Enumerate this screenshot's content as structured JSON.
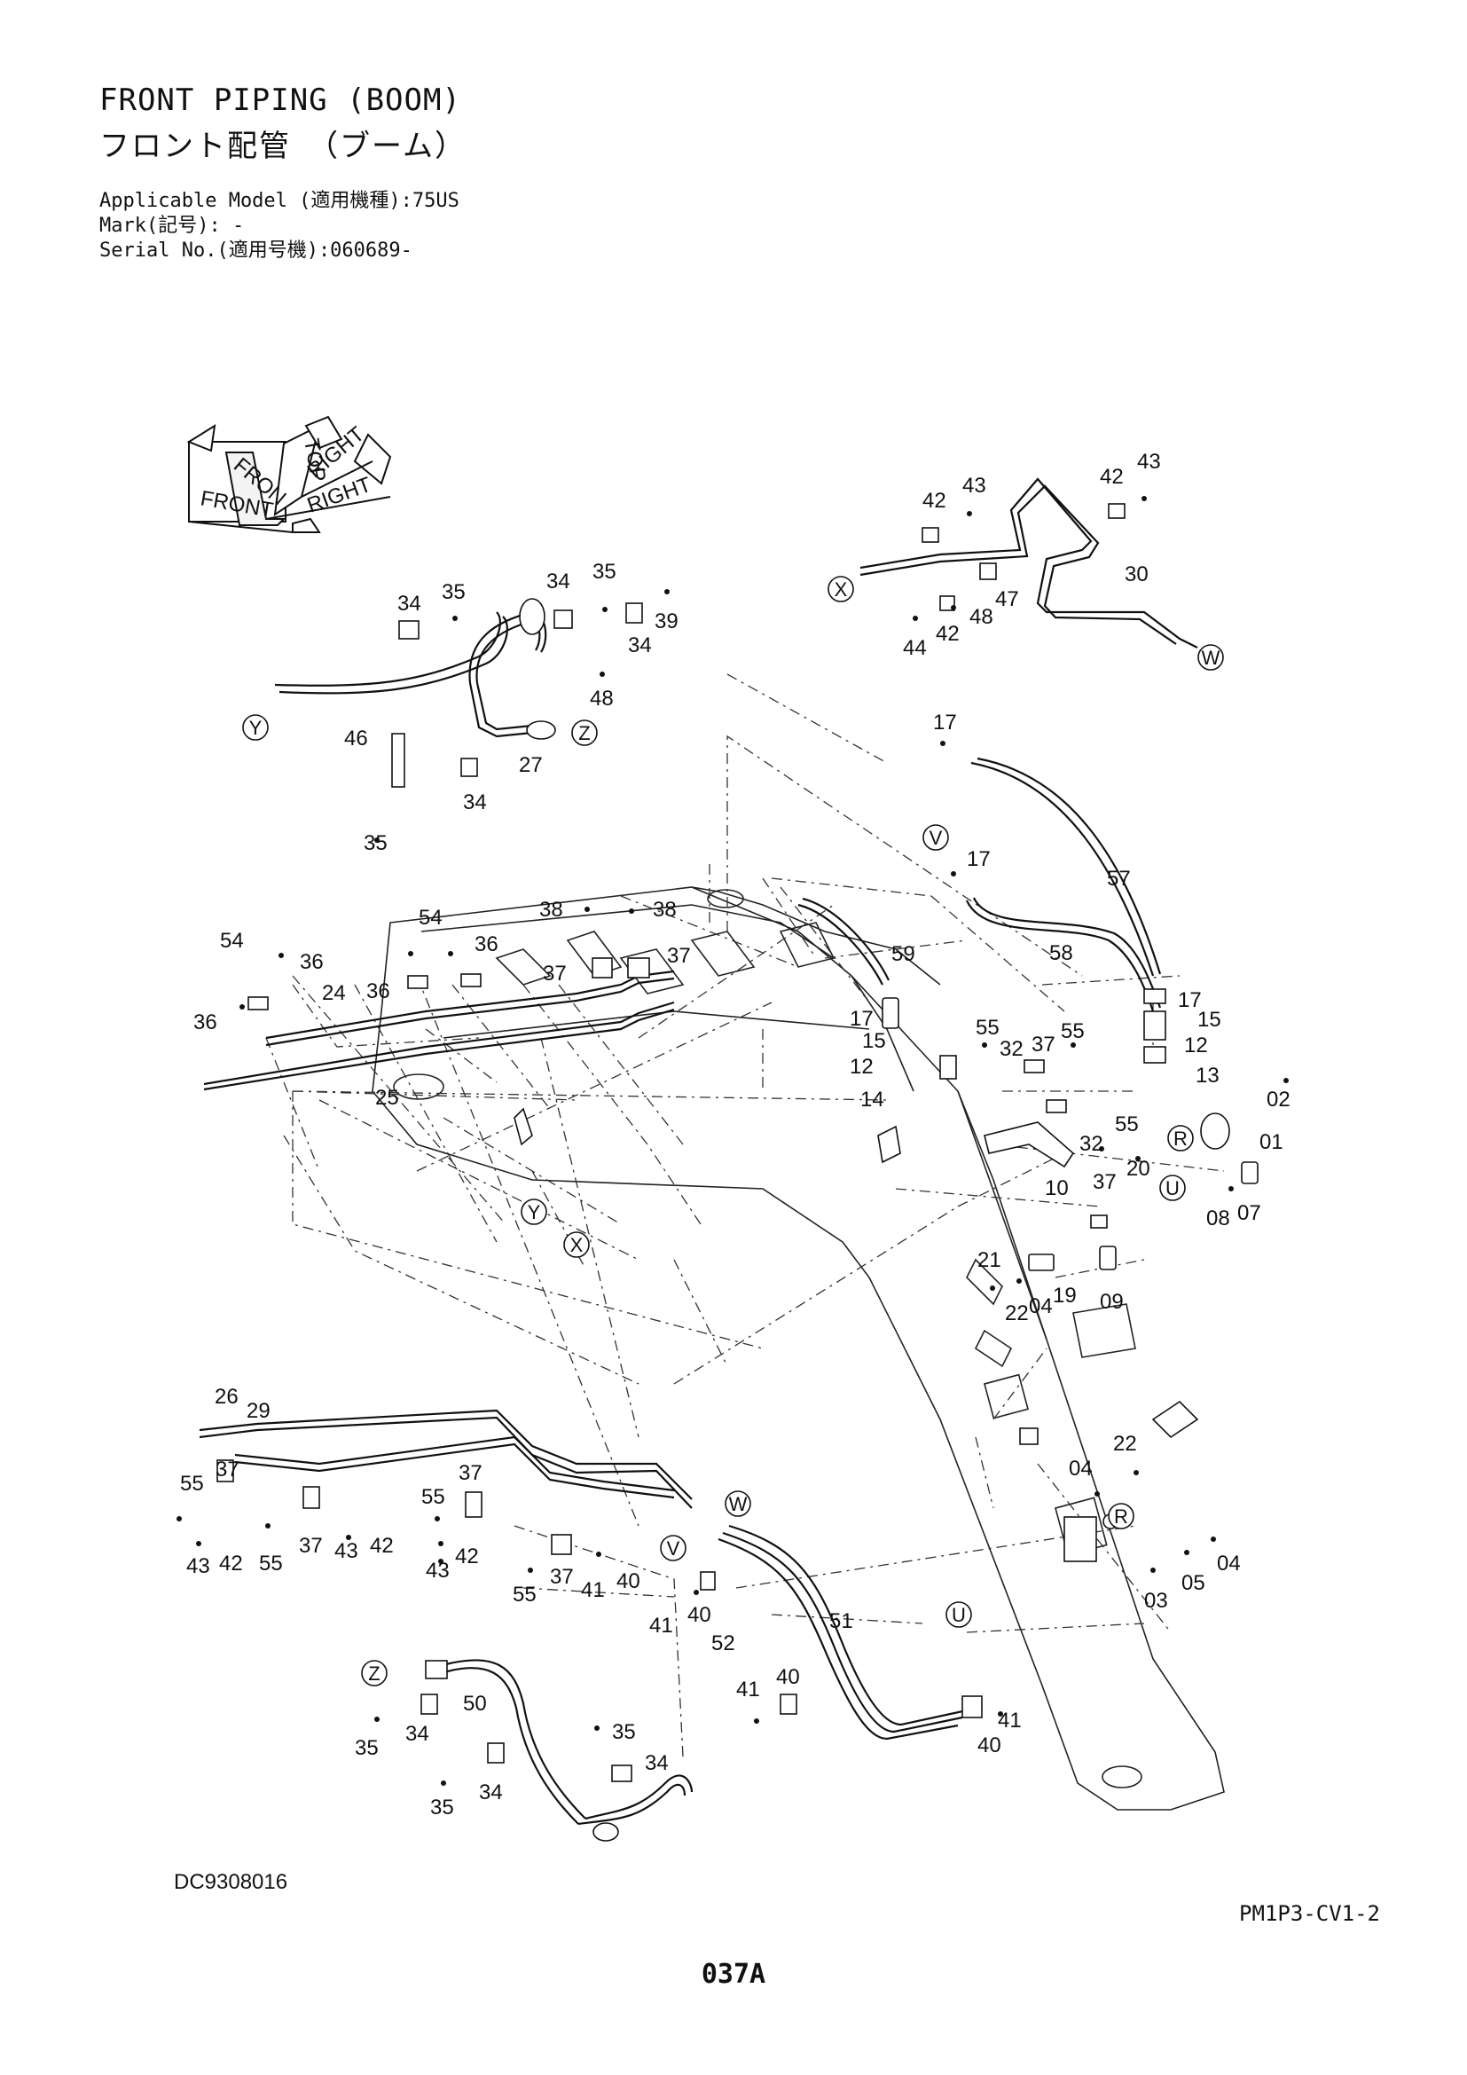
{
  "header": {
    "title_en": "FRONT PIPING (BOOM)",
    "title_jp": "フロント配管　（ブーム）",
    "model": "Applicable Model (適用機種):75US",
    "mark": "Mark(記号): -",
    "serial": "Serial No.(適用号機):060689-"
  },
  "orientation": {
    "top": "TOP",
    "front": "FRONT",
    "right": "RIGHT",
    "fron_upper": "FRON",
    "right_upper": "RIGHT"
  },
  "views": {
    "X": "X",
    "Y": "Y",
    "Z": "Z",
    "W": "W",
    "V": "V",
    "U": "U",
    "R": "R"
  },
  "part_numbers": {
    "p01": "01",
    "p02": "02",
    "p03": "03",
    "p04": "04",
    "p05": "05",
    "p07": "07",
    "p08": "08",
    "p09": "09",
    "p10": "10",
    "p12": "12",
    "p13": "13",
    "p14": "14",
    "p15": "15",
    "p17": "17",
    "p19": "19",
    "p20": "20",
    "p21": "21",
    "p22": "22",
    "p24": "24",
    "p25": "25",
    "p26": "26",
    "p27": "27",
    "p29": "29",
    "p30": "30",
    "p32": "32",
    "p34": "34",
    "p35": "35",
    "p36": "36",
    "p37": "37",
    "p38": "38",
    "p39": "39",
    "p40": "40",
    "p41": "41",
    "p42": "42",
    "p43": "43",
    "p44": "44",
    "p46": "46",
    "p47": "47",
    "p48": "48",
    "p50": "50",
    "p51": "51",
    "p52": "52",
    "p54": "54",
    "p55": "55",
    "p57": "57",
    "p58": "58",
    "p59": "59"
  },
  "footer": {
    "drawing_no": "DC9308016",
    "sheet_code": "PM1P3-CV1-2",
    "page_no": "037A"
  }
}
